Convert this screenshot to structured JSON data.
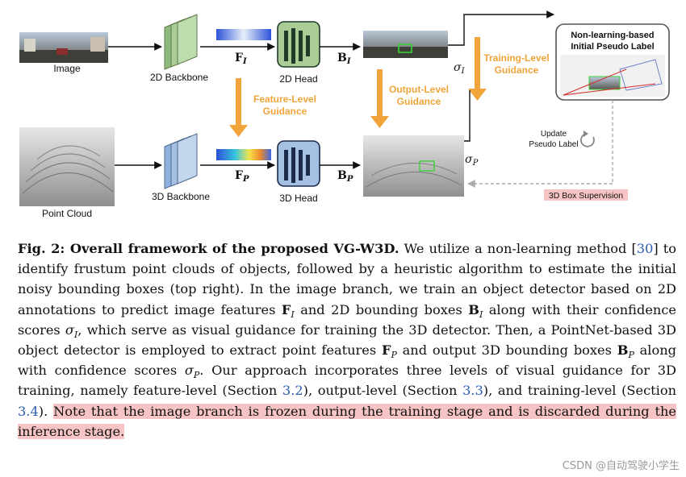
{
  "figure": {
    "labels": {
      "image": "Image",
      "backbone2d": "2D Backbone",
      "head2d": "2D Head",
      "point_cloud": "Point Cloud",
      "backbone3d": "3D Backbone",
      "head3d": "3D Head",
      "feature_guidance_l1": "Feature-Level",
      "feature_guidance_l2": "Guidance",
      "output_guidance_l1": "Output-Level",
      "output_guidance_l2": "Guidance",
      "training_guidance_l1": "Training-Level",
      "training_guidance_l2": "Guidance",
      "pseudo_title_l1": "Non-learning-based",
      "pseudo_title_l2": "Initial Pseudo Label",
      "update_l1": "Update",
      "update_l2": "Pseudo Label",
      "supervision": "3D Box Supervision"
    },
    "math": {
      "f_img": "F",
      "b_img": "B",
      "f_pc": "F",
      "b_pc": "B",
      "sigma": "σ",
      "sub_i": "I",
      "sub_p": "P"
    },
    "colors": {
      "orange": "#f0a43a",
      "green_block": "#a9cd94",
      "blue_block": "#a6c0e4",
      "head_green": "#1f3b2a",
      "head_blue": "#1a2a4a",
      "highlight": "#f6c4c4"
    }
  },
  "caption": {
    "fig_label": "Fig. 2: Overall framework of the proposed VG-W3D.",
    "s1": " We utilize a non-learning method [",
    "ref30": "30",
    "s2": "] to identify frustum point clouds of objects, followed by a heuristic algorithm to estimate the initial noisy bounding boxes (top right). In the image branch, we train an object detector based on 2D annotations to predict image features ",
    "f": "F",
    "sub_i": "I",
    "s3": " and 2D bounding boxes ",
    "b": "B",
    "s4": " along with their confidence scores ",
    "sigma": "σ",
    "s5": ", which serve as visual guidance for training the 3D detector. Then, a PointNet-based 3D object detector is employed to extract point features ",
    "sub_p": "P",
    "s6": " and output 3D bounding boxes ",
    "s7": " along with confidence scores ",
    "s8": ". Our approach incorporates three levels of visual guidance for 3D training, namely feature-level (Section ",
    "ref32": "3.2",
    "s9": "), output-level (Section ",
    "ref33": "3.3",
    "s10": "), and training-level (Section ",
    "ref34": "3.4",
    "s11": "). ",
    "highlight": "Note that the image branch is frozen during the training stage and is discarded during the inference stage."
  },
  "watermark": "CSDN @自动驾驶小学生"
}
